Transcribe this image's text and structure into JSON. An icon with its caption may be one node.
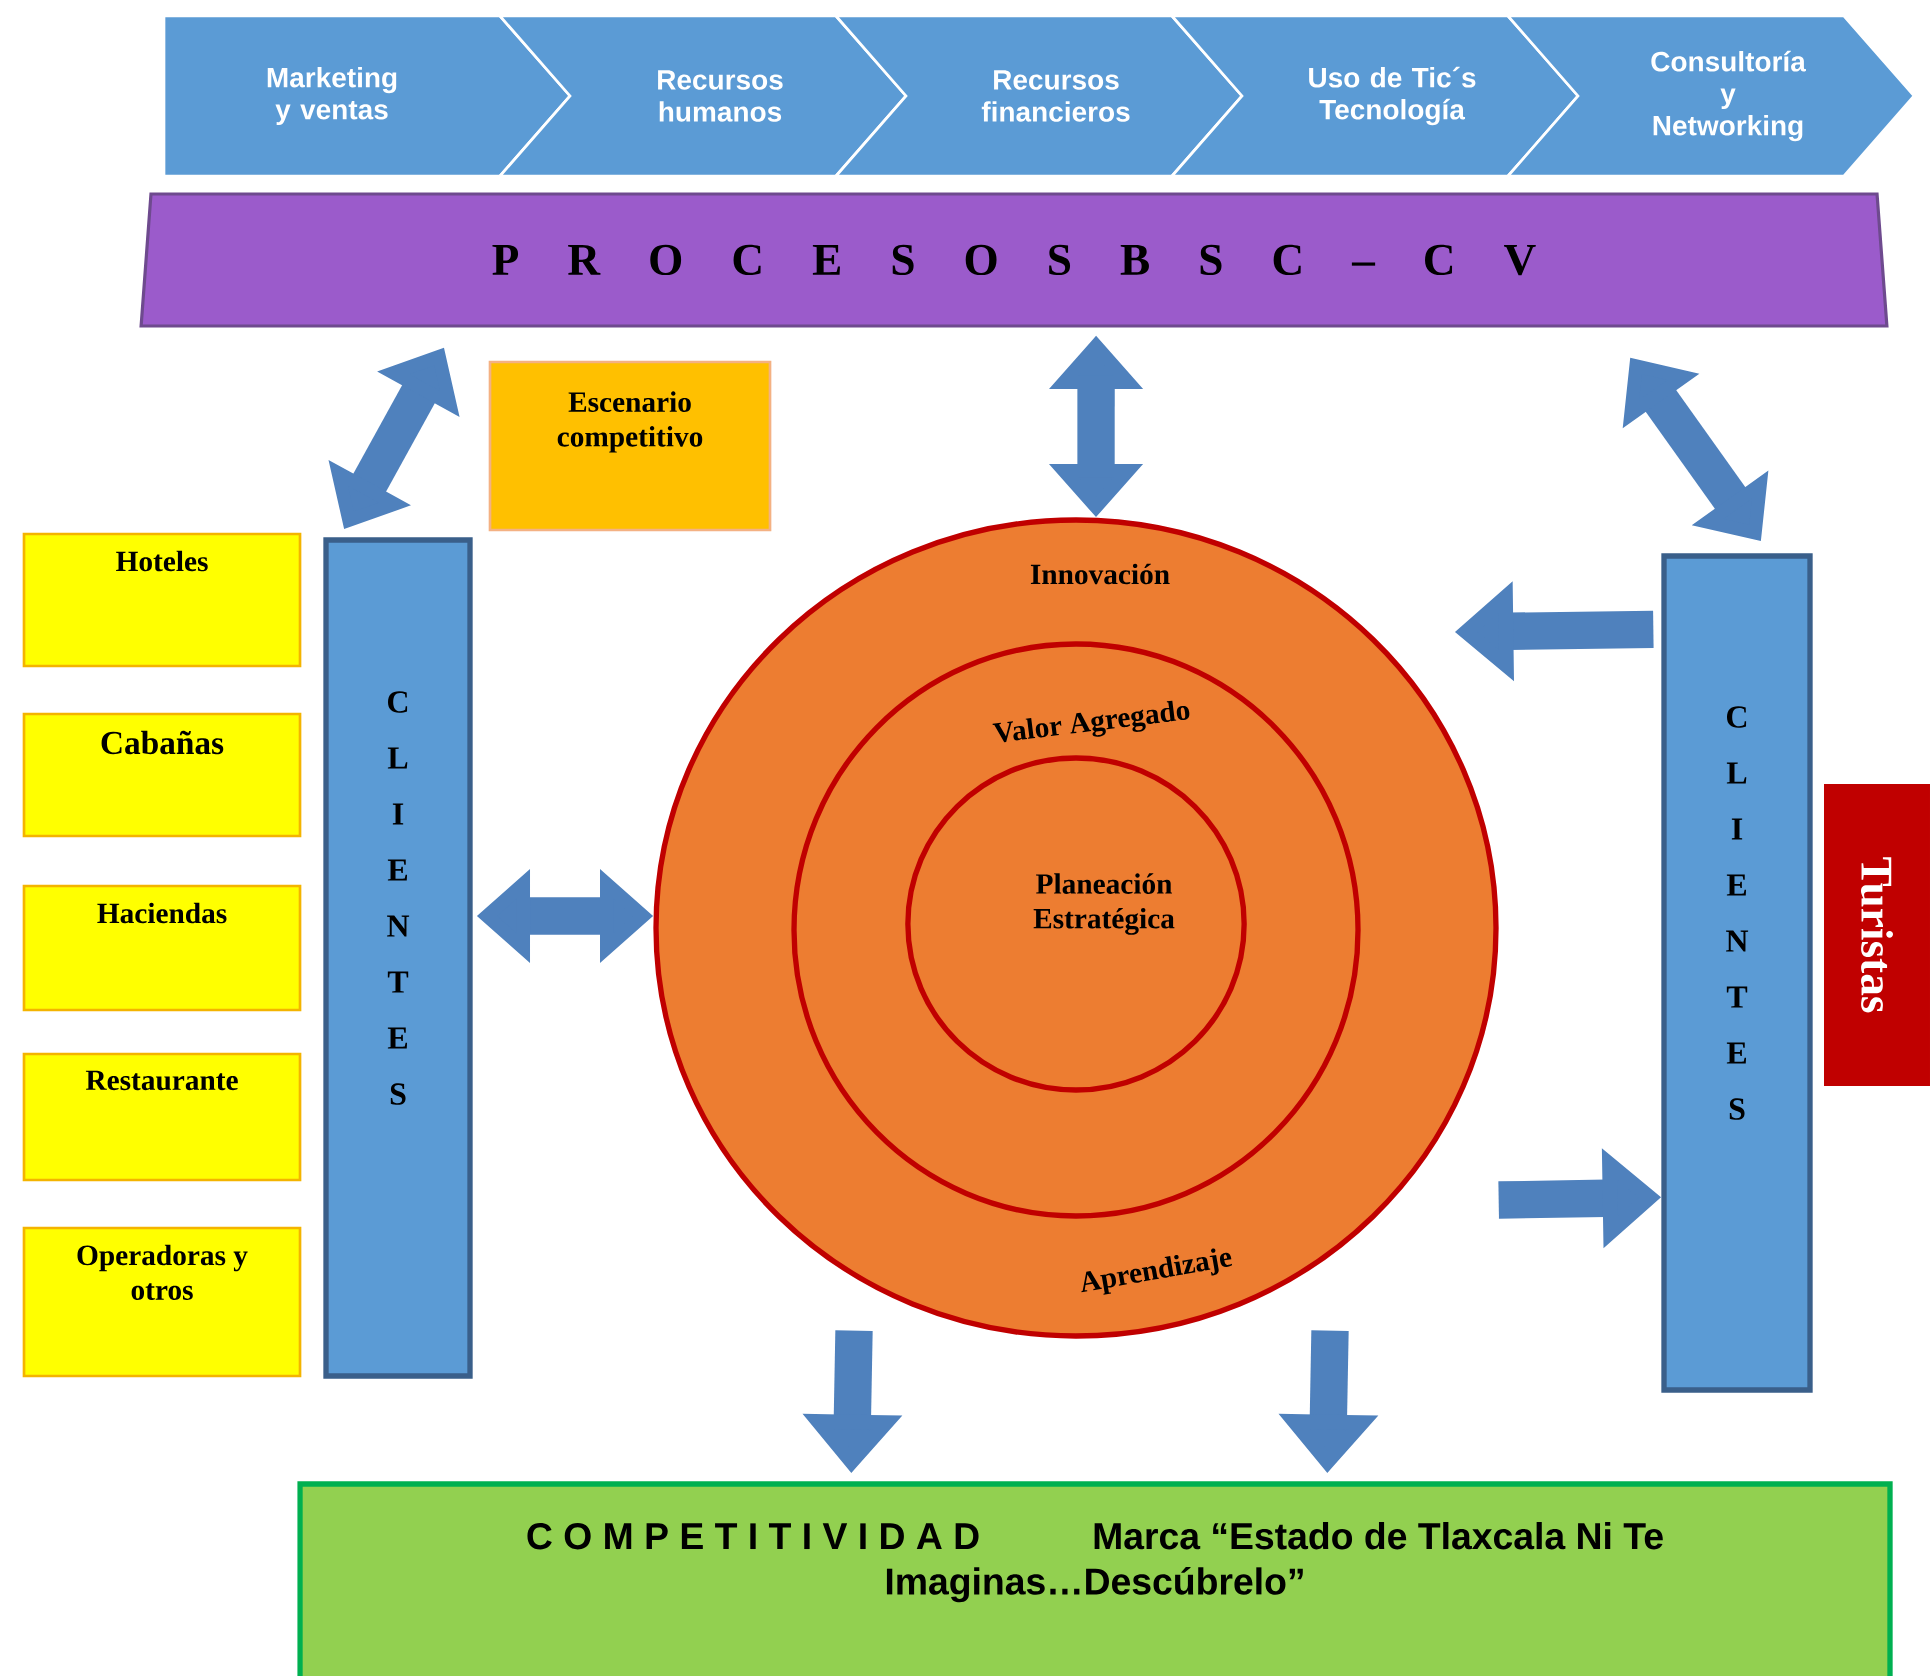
{
  "diagram": {
    "nodes": [
      {
        "text": [
          "Marketing y ventas"
        ]
      },
      {
        "text": [
          "Recursos humanos"
        ]
      },
      {
        "text": [
          "Recursos financieros"
        ]
      },
      {
        "text": [
          "Uso de Tic´s Tecnología"
        ]
      },
      {
        "text": [
          "Consultoría y Networking"
        ]
      },
      {
        "text": [
          "P R O C E S O S B S C – C V"
        ]
      },
      {
        "text": [
          "Escenario competitivo"
        ]
      },
      {
        "text": [
          "Hoteles"
        ]
      },
      {
        "text": [
          "Cabañas"
        ]
      },
      {
        "text": [
          "Haciendas"
        ]
      },
      {
        "text": [
          "Restaurante"
        ]
      },
      {
        "text": [
          "Operadoras y otros"
        ]
      },
      {
        "text": [
          "C L I E N T E S"
        ]
      },
      {
        "text": [
          "Innovación",
          "Aprendizaje"
        ]
      },
      {
        "text": [
          "Valor Agregado"
        ],
        "in": 13
      },
      {
        "text": [
          "Planeación Estratégica"
        ],
        "in": 14
      },
      {
        "text": [
          "C L I E N T E S"
        ]
      },
      {
        "text": [
          "Turistas"
        ]
      },
      {
        "text": [
          "C O M P E T I T I V I D A D",
          "Marca “Estado de Tlaxcala Ni Te Imaginas…Descúbrelo”"
        ]
      }
    ],
    "edges": [
      {
        "from": 12,
        "to": 5,
        "arrow": "both"
      },
      {
        "from": 13,
        "to": 5,
        "arrow": "both"
      },
      {
        "from": 16,
        "to": 5,
        "arrow": "both"
      },
      {
        "from": 12,
        "to": 13,
        "arrow": "both"
      },
      {
        "from": 16,
        "to": 13,
        "arrow": "to"
      },
      {
        "from": 13,
        "to": 16,
        "arrow": "to"
      },
      {
        "from": 13,
        "to": 18,
        "arrow": "to"
      },
      {
        "from": 13,
        "to": 18,
        "arrow": "to"
      }
    ]
  }
}
